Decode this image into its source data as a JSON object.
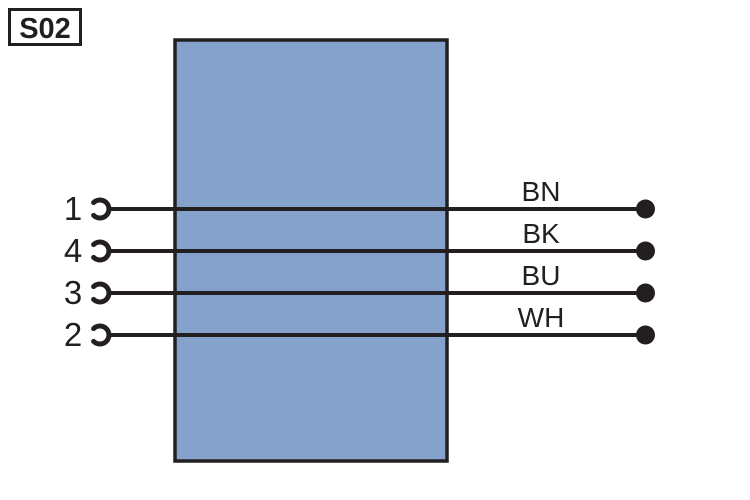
{
  "diagram": {
    "component_id": "S02",
    "kind": "sensor-wiring-diagram"
  },
  "wires": [
    {
      "pin": "1",
      "color_code": "BN"
    },
    {
      "pin": "4",
      "color_code": "BK"
    },
    {
      "pin": "3",
      "color_code": "BU"
    },
    {
      "pin": "2",
      "color_code": "WH"
    }
  ],
  "colors": {
    "body_fill": "#84A2CB",
    "line": "#231F20",
    "background": "#FFFFFF"
  }
}
